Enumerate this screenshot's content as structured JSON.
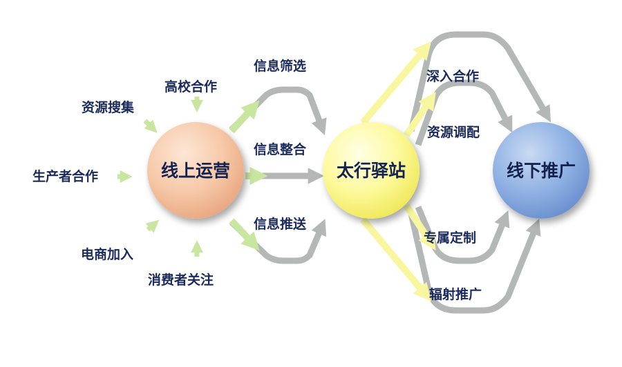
{
  "nodes": {
    "online": "线上运营",
    "station": "太行驿站",
    "offline": "线下推广"
  },
  "inputs": {
    "university": "高校合作",
    "resources": "资源搜集",
    "producer": "生产者合作",
    "ecommerce": "电商加入",
    "consumer": "消费者关注"
  },
  "info": {
    "filter": "信息筛选",
    "integrate": "信息整合",
    "push": "信息推送"
  },
  "outputs": {
    "deep": "深入合作",
    "allocate": "资源调配",
    "custom": "专属定制",
    "radiate": "辐射推广"
  },
  "colors": {
    "green": "#c8e6a0",
    "gray": "#b3b7b6",
    "yellow": "#f8f7a0",
    "text": "#1b2a5c"
  }
}
